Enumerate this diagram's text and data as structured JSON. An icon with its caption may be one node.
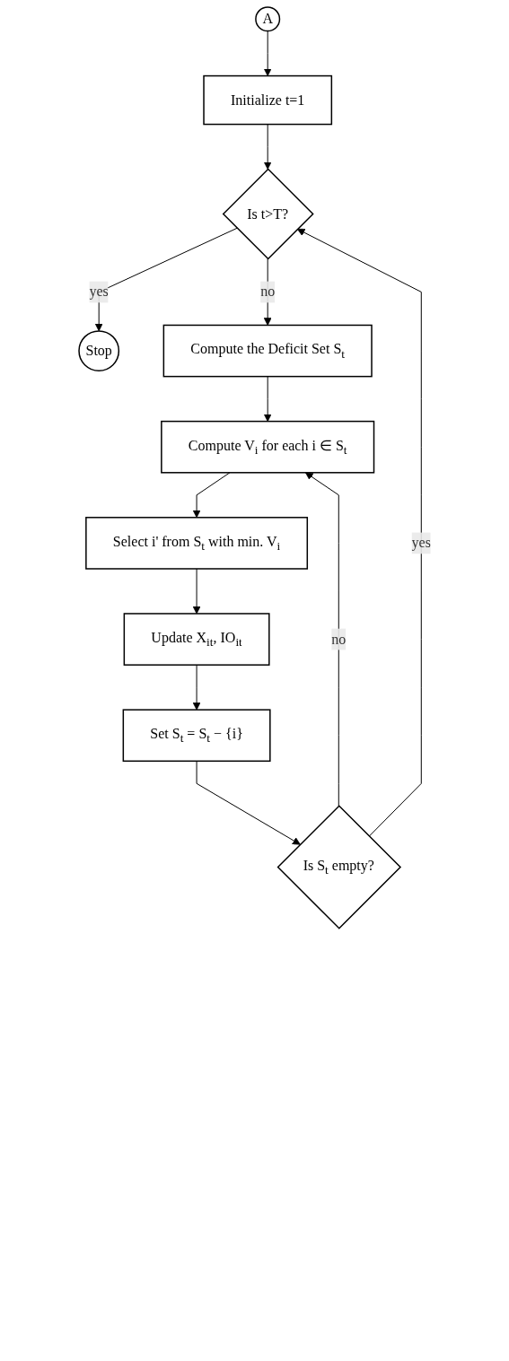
{
  "diagram": {
    "nodes": [
      {
        "text": [
          "A"
        ]
      },
      {
        "text": [
          "Initialize t=1"
        ]
      },
      {
        "text": [
          "Is t>T?"
        ]
      },
      {
        "text": [
          "Stop"
        ]
      },
      {
        "text": [
          "Compute the Deficit Set S$_{t}$"
        ]
      },
      {
        "text": [
          "Compute V$_{i}$ for each i ∈ S$_{t}$"
        ]
      },
      {
        "text": [
          "Select i' from S$_{t}$ with min. V$_{i}$"
        ]
      },
      {
        "text": [
          "Update X$_{it}$, IO$_{it}$"
        ]
      },
      {
        "text": [
          "Set S$_{t}$ = S$_{t}$ − {i}"
        ]
      },
      {
        "text": [
          "Is S$_{t}$ empty?"
        ]
      }
    ],
    "edges": [
      {
        "from": 0,
        "to": 1,
        "arrow": "to"
      },
      {
        "from": 1,
        "to": 2,
        "arrow": "to"
      },
      {
        "from": 2,
        "to": 3,
        "label": "yes",
        "arrow": "to"
      },
      {
        "from": 2,
        "to": 4,
        "label": "no",
        "arrow": "to"
      },
      {
        "from": 4,
        "to": 5,
        "arrow": "to"
      },
      {
        "from": 5,
        "to": 6,
        "arrow": "to"
      },
      {
        "from": 6,
        "to": 7,
        "arrow": "to"
      },
      {
        "from": 7,
        "to": 8,
        "arrow": "to"
      },
      {
        "from": 8,
        "to": 9,
        "arrow": "to"
      },
      {
        "from": 9,
        "to": 2,
        "label": "yes",
        "arrow": "to"
      },
      {
        "from": 9,
        "to": 5,
        "label": "no",
        "arrow": "to"
      }
    ]
  }
}
